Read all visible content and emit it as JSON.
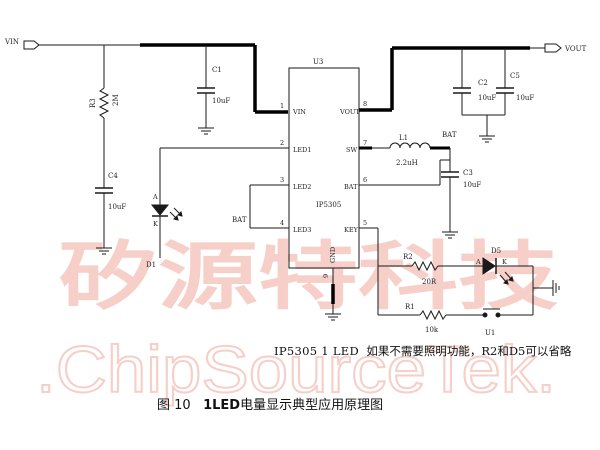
{
  "watermark": {
    "cn": "矽源特科技",
    "en": ".ChipSourceTek."
  },
  "nets": {
    "vin": "VIN",
    "vout": "VOUT",
    "bat_l1": "BAT",
    "bat_led": "BAT"
  },
  "ic": {
    "ref": "U3",
    "part": "IP5305",
    "pins": {
      "vin": "VIN",
      "vin_num": "1",
      "led1": "LED1",
      "led1_num": "2",
      "led2": "LED2",
      "led2_num": "3",
      "led3": "LED3",
      "led3_num": "4",
      "vout": "VOUT",
      "vout_num": "8",
      "sw": "SW",
      "sw_num": "7",
      "bat": "BAT",
      "bat_num": "6",
      "key": "KEY",
      "key_num": "5",
      "gnd": "GND",
      "gnd_num": "9"
    }
  },
  "components": {
    "r3_ref": "R3",
    "r3_val": "2M",
    "c4_ref": "C4",
    "c4_val": "10uF",
    "c1_ref": "C1",
    "c1_val": "10uF",
    "c2_ref": "C2",
    "c2_val": "10uF",
    "c5_ref": "C5",
    "c5_val": "10uF",
    "c3_ref": "C3",
    "c3_val": "10uF",
    "l1_ref": "L1",
    "l1_val": "2.2uH",
    "r2_ref": "R2",
    "r2_val": "20R",
    "r1_ref": "R1",
    "r1_val": "10k",
    "d5_ref": "D5",
    "d5_a": "A",
    "d5_k": "K",
    "d1_ref": "D1",
    "d1_a": "A",
    "d1_k": "K",
    "u1_ref": "U1"
  },
  "captions": {
    "note_part": "IP5305 1 LED",
    "note_text": "如果不需要照明功能，",
    "note_r2d5": "R2",
    "note_and": "和",
    "note_d5": "D5",
    "note_tail": "可以省略",
    "fig_prefix": "图 10",
    "fig_bold": "1LED",
    "fig_text": "电量显示典型应用原理图"
  },
  "colors": {
    "watermark": "#f6cfc8",
    "wire": "#1a1a1a",
    "thick_wire": "#000000"
  }
}
